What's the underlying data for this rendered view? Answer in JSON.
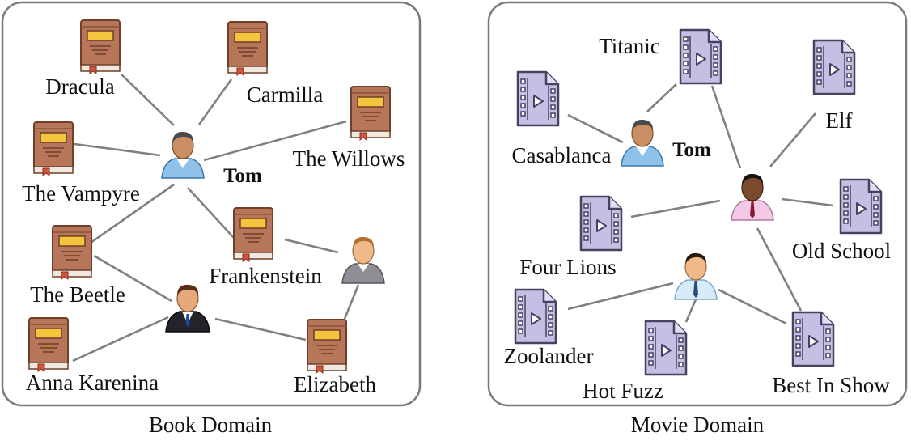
{
  "domains": [
    {
      "caption": "Book Domain",
      "items": [
        {
          "id": "dracula",
          "label": "Dracula"
        },
        {
          "id": "carmilla",
          "label": "Carmilla"
        },
        {
          "id": "willows",
          "label": "The Willows"
        },
        {
          "id": "vampyre",
          "label": "The Vampyre"
        },
        {
          "id": "frankenstein",
          "label": "Frankenstein"
        },
        {
          "id": "beetle",
          "label": "The Beetle"
        },
        {
          "id": "anna",
          "label": "Anna Karenina"
        },
        {
          "id": "elizabeth",
          "label": "Elizabeth"
        }
      ],
      "users": [
        {
          "id": "tom",
          "label": "Tom",
          "style": "casual"
        },
        {
          "id": "u_suit",
          "label": "",
          "style": "suit"
        },
        {
          "id": "u_gray",
          "label": "",
          "style": "gray"
        }
      ],
      "edges": [
        [
          "tom",
          "dracula"
        ],
        [
          "tom",
          "carmilla"
        ],
        [
          "tom",
          "vampyre"
        ],
        [
          "tom",
          "willows"
        ],
        [
          "tom",
          "beetle"
        ],
        [
          "tom",
          "frankenstein"
        ],
        [
          "u_suit",
          "beetle"
        ],
        [
          "u_suit",
          "anna"
        ],
        [
          "u_suit",
          "elizabeth"
        ],
        [
          "u_gray",
          "frankenstein"
        ],
        [
          "u_gray",
          "elizabeth"
        ]
      ]
    },
    {
      "caption": "Movie Domain",
      "items": [
        {
          "id": "titanic",
          "label": "Titanic"
        },
        {
          "id": "elf",
          "label": "Elf"
        },
        {
          "id": "casablanca",
          "label": "Casablanca"
        },
        {
          "id": "fourlions",
          "label": "Four Lions"
        },
        {
          "id": "oldschool",
          "label": "Old School"
        },
        {
          "id": "zoolander",
          "label": "Zoolander"
        },
        {
          "id": "hotfuzz",
          "label": "Hot Fuzz"
        },
        {
          "id": "bestinshow",
          "label": "Best In Show"
        }
      ],
      "users": [
        {
          "id": "tom2",
          "label": "Tom",
          "style": "casual"
        },
        {
          "id": "u_pink",
          "label": "",
          "style": "pink"
        },
        {
          "id": "u_blue",
          "label": "",
          "style": "blue"
        }
      ],
      "edges": [
        [
          "tom2",
          "titanic"
        ],
        [
          "tom2",
          "casablanca"
        ],
        [
          "u_pink",
          "titanic"
        ],
        [
          "u_pink",
          "elf"
        ],
        [
          "u_pink",
          "fourlions"
        ],
        [
          "u_pink",
          "oldschool"
        ],
        [
          "u_pink",
          "bestinshow"
        ],
        [
          "u_blue",
          "zoolander"
        ],
        [
          "u_blue",
          "hotfuzz"
        ],
        [
          "u_blue",
          "bestinshow"
        ]
      ]
    }
  ],
  "colors": {
    "book_cover": "#b7765a",
    "book_label": "#f2c53d",
    "film_fill": "#c6bfe3",
    "film_stroke": "#474262"
  }
}
